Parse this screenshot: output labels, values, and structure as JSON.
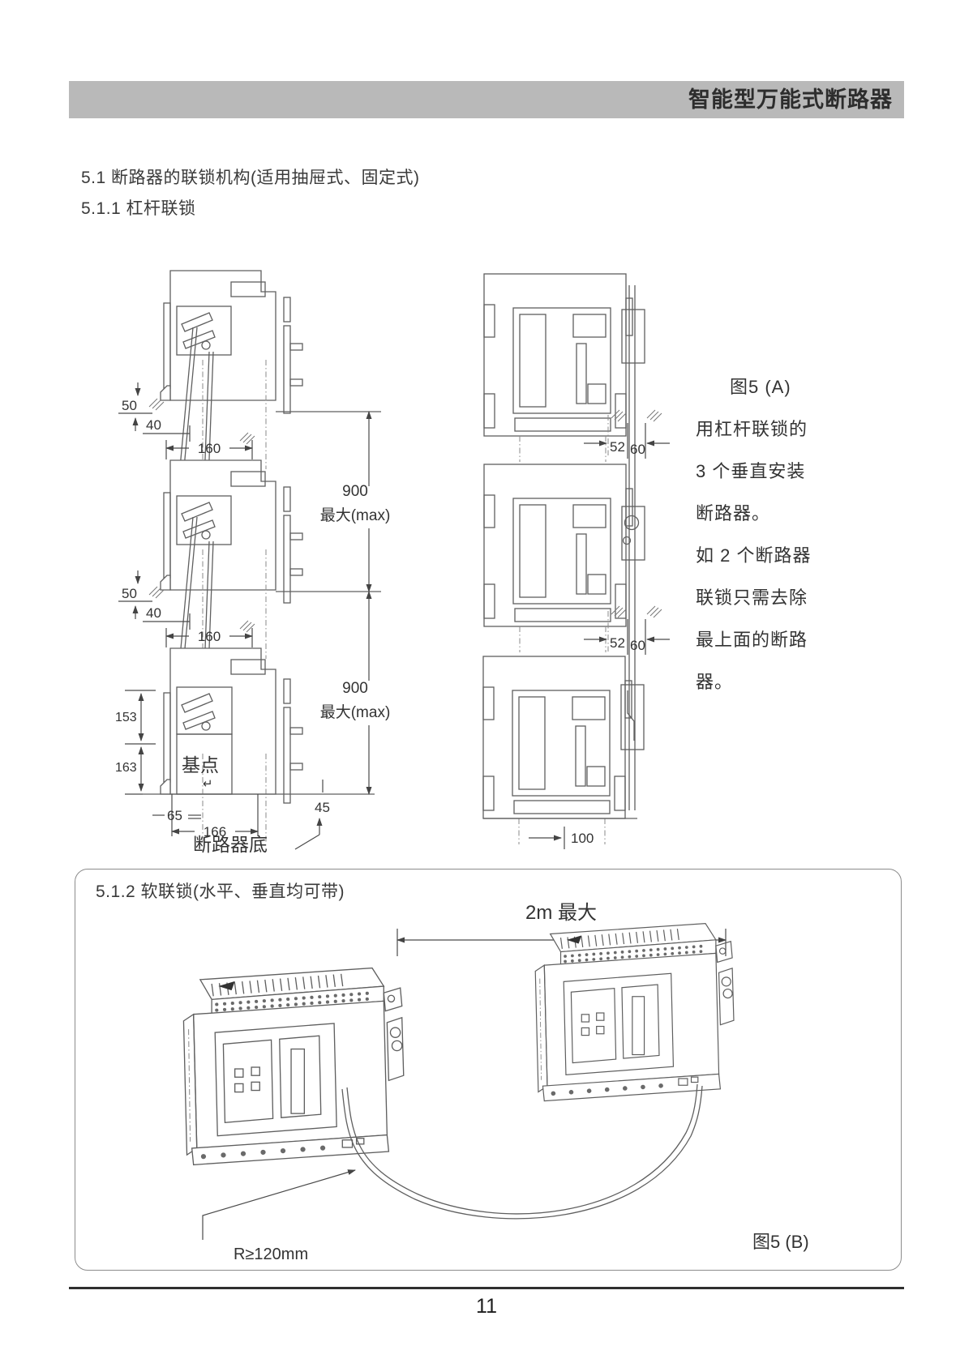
{
  "header": {
    "title": "智能型万能式断路器"
  },
  "sections": {
    "s51": "5.1 断路器的联锁机构(适用抽屉式、固定式)",
    "s511": "5.1.1 杠杆联锁",
    "s512": "5.1.2 软联锁(水平、垂直均可带)"
  },
  "figure_a": {
    "caption_lines": [
      "图5 (A)",
      "用杠杆联锁的",
      "3 个垂直安装",
      "断路器。",
      "如 2 个断路器",
      "联锁只需去除",
      "最上面的断路",
      "器。"
    ],
    "labels": {
      "base_point": "基点",
      "return_arrow": "↵",
      "breaker_bottom": "断路器底"
    },
    "dims": {
      "d50": "50",
      "d40": "40",
      "d160": "160",
      "d900": "900",
      "dmax": "最大(max)",
      "d52": "52",
      "d60": "60",
      "d100": "100",
      "d153": "153",
      "d163": "163",
      "d65": "65",
      "d166": "166",
      "d45": "45"
    }
  },
  "figure_b": {
    "dim_2m": "2m 最大",
    "radius_label": "R≥120mm",
    "caption": "图5 (B)"
  },
  "footer": {
    "page_number": "11"
  }
}
